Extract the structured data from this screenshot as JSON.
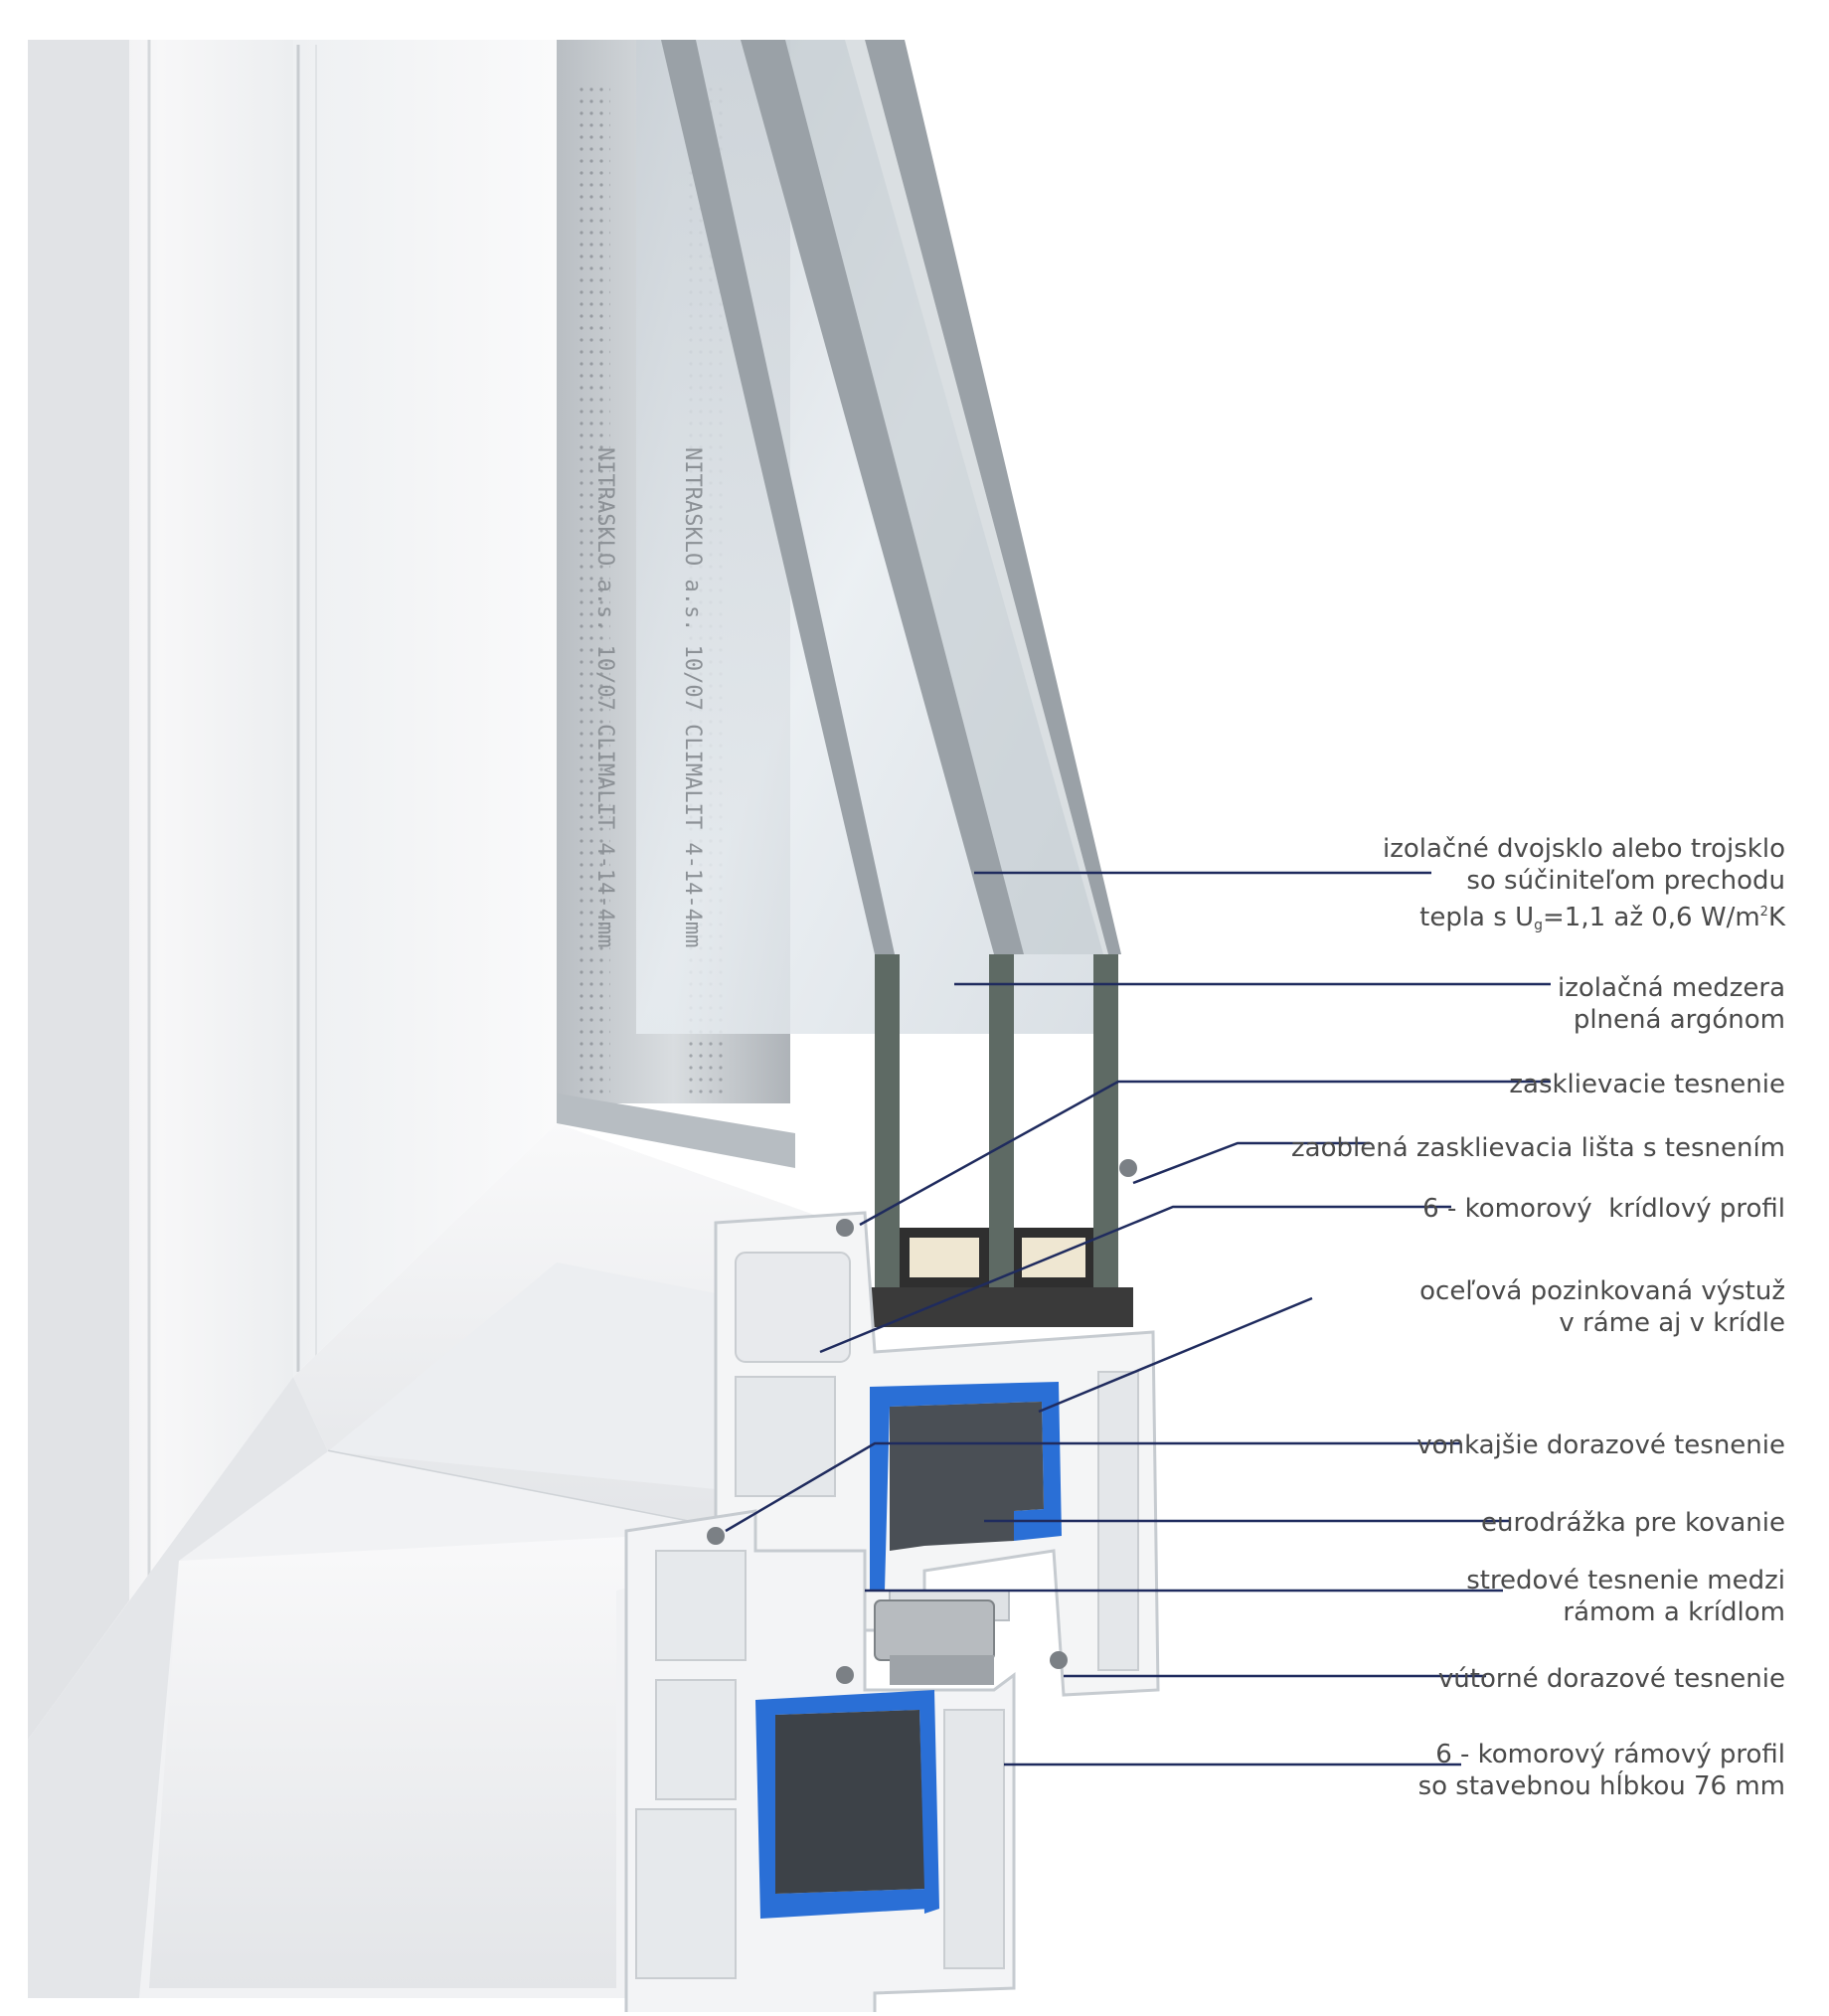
{
  "colors": {
    "leader": "#1f2b5e",
    "label_text": "#4a4a4a",
    "steel_reinforcement": "#2a6fd6",
    "pvc": "#f2f3f5",
    "glass": "#dfe6ec"
  },
  "labels": [
    {
      "id": "glazing",
      "lines": [
        "izolačné dvojsklo alebo trojsklo",
        "so súčiniteľom prechodu"
      ],
      "formula": {
        "prefix": "tepla s U",
        "sub": "g",
        "middle": "=1,1 až 0,6 W/m",
        "sup": "2",
        "suffix": "K"
      }
    },
    {
      "id": "gap",
      "lines": [
        "izolačná medzera",
        "plnená argónom"
      ]
    },
    {
      "id": "glazing-seal",
      "lines": [
        "zasklievacie tesnenie"
      ]
    },
    {
      "id": "bead",
      "lines": [
        "zaoblená zasklievacia lišta s tesnením"
      ]
    },
    {
      "id": "sash-profile",
      "lines": [
        "6 - komorový  krídlový profil"
      ]
    },
    {
      "id": "steel",
      "lines": [
        "oceľová pozinkovaná výstuž",
        "v ráme aj v krídle"
      ]
    },
    {
      "id": "outer-seal",
      "lines": [
        "vonkajšie dorazové tesnenie"
      ]
    },
    {
      "id": "eurogroove",
      "lines": [
        "eurodrážka pre kovanie"
      ]
    },
    {
      "id": "center-seal",
      "lines": [
        "stredové tesnenie medzi",
        "rámom a krídlom"
      ]
    },
    {
      "id": "inner-seal",
      "lines": [
        "vútorné dorazové tesnenie"
      ]
    },
    {
      "id": "frame-profile",
      "lines": [
        "6 - komorový rámový profil",
        "so stavebnou hĺbkou 76 mm"
      ]
    }
  ],
  "glass_print": [
    "NITRASKLO a.s. 10/07 CLIMALIT 4-14-4mm"
  ]
}
